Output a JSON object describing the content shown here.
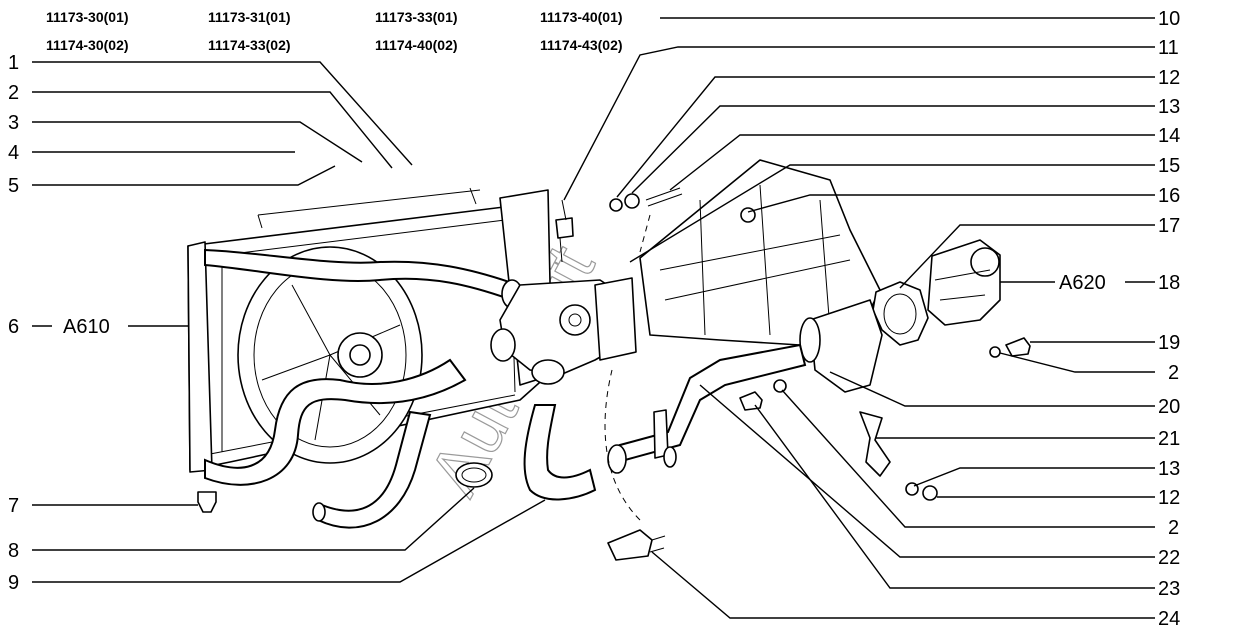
{
  "model_codes": {
    "row1": [
      "11173-30(01)",
      "11173-31(01)",
      "11173-33(01)",
      "11173-40(01)"
    ],
    "row2": [
      "11174-30(02)",
      "11174-33(02)",
      "11174-40(02)",
      "11174-43(02)"
    ]
  },
  "left_callouts": [
    "1",
    "2",
    "3",
    "4",
    "5",
    "6",
    "7",
    "8",
    "9"
  ],
  "left_refs": {
    "six": "A610"
  },
  "right_callouts": [
    "10",
    "11",
    "12",
    "13",
    "14",
    "15",
    "16",
    "17",
    "18",
    "19",
    "2",
    "20",
    "21",
    "13",
    "12",
    "2",
    "22",
    "23",
    "24"
  ],
  "right_refs": {
    "eighteen": "A620"
  },
  "watermark": "AutoSoft"
}
